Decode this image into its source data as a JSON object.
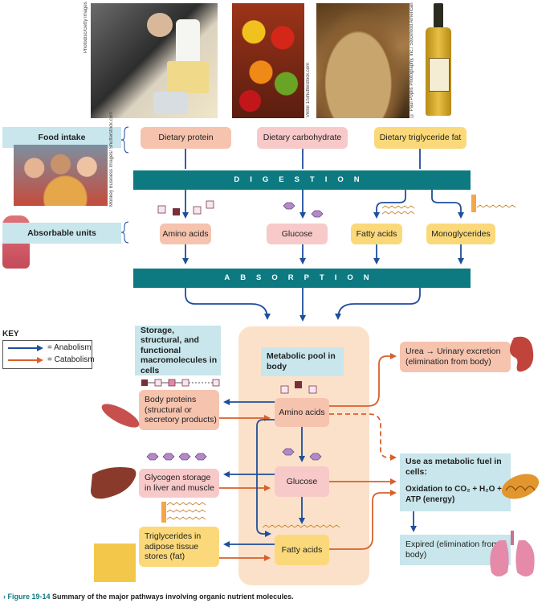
{
  "labels": {
    "food_intake": "Food intake",
    "absorbable_units": "Absorbable units",
    "dietary_protein": "Dietary protein",
    "dietary_carbohydrate": "Dietary carbohydrate",
    "dietary_fat": "Dietary triglyceride fat",
    "digestion": "DIGESTION",
    "absorption": "ABSORPTION",
    "amino_acids": "Amino acids",
    "glucose": "Glucose",
    "fatty_acids": "Fatty acids",
    "monoglycerides": "Monoglycerides",
    "storage_title": "Storage, structural, and functional macromolecules in cells",
    "metabolic_pool": "Metabolic pool in body",
    "key_title": "KEY",
    "key_anabolism": "= Anabolism",
    "key_catabolism": "= Catabolism",
    "body_proteins": "Body proteins (structural or secretory products)",
    "glycogen_storage": "Glycogen storage in liver and muscle",
    "triglycerides": "Triglycerides in adipose tissue stores (fat)",
    "pool_amino": "Amino acids",
    "pool_glucose": "Glucose",
    "pool_fatty": "Fatty acids",
    "urea": "Urea → Urinary excretion (elimination from body)",
    "fuel_title": "Use as metabolic fuel in cells:",
    "oxidation": "Oxidation to CO₂ + H₂O + ATP (energy)",
    "expired": "Expired (elimination from body)"
  },
  "credits": {
    "photodisc": "Photodisc/Getty Images",
    "viktor": "Viktor 1/Shutterstock.com",
    "paul": "© Paul Poplis Photography, Inc./ Stockfood American",
    "monkey": "Monkey Business Images/ Shutterstock.com"
  },
  "caption": {
    "figure": "Figure 19-14",
    "text": "Summary of the major pathways involving organic nutrient molecules."
  },
  "colors": {
    "anabolism": "#1f4e9c",
    "catabolism": "#d8602c",
    "teal": "#0d7a82",
    "pool_bg": "#fbe1c9",
    "protein_box": "#f6c3ae",
    "carb_box": "#f8c9c9",
    "fat_box": "#fbd97a",
    "label_box": "#c8e6ec"
  }
}
